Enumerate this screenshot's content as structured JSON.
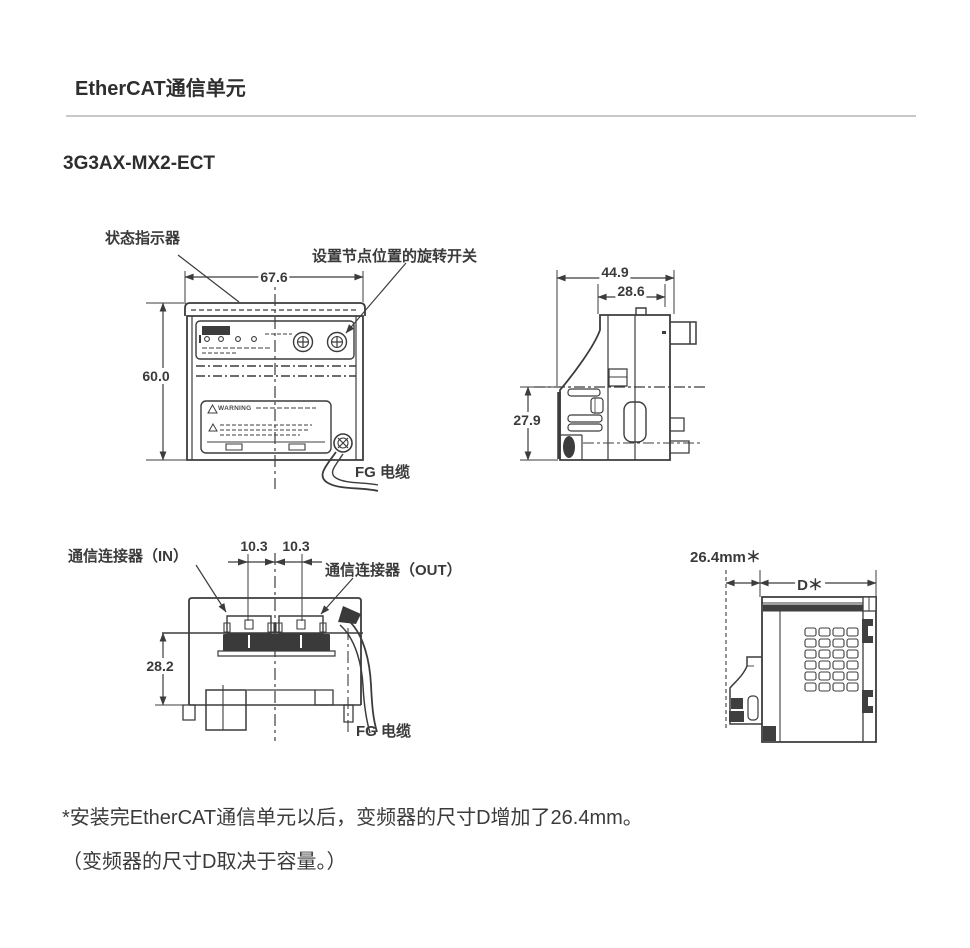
{
  "header": {
    "title": "EtherCAT通信单元",
    "model": "3G3AX-MX2-ECT"
  },
  "front_view": {
    "status_indicator": "状态指示器",
    "rotary_switch": "设置节点位置的旋转开关",
    "fg_cable": "FG 电缆",
    "width": "67.6",
    "height": "60.0",
    "warning": "WARNING"
  },
  "side_view": {
    "depth_total": "44.9",
    "depth_upper": "28.6",
    "height_lower": "27.9"
  },
  "bottom_view": {
    "connector_in": "通信连接器（IN）",
    "connector_out": "通信连接器（OUT）",
    "pitch_left": "10.3",
    "pitch_right": "10.3",
    "depth": "28.2",
    "fg_cable": "FG 电缆"
  },
  "mounted_view": {
    "added_depth": "26.4mm＊",
    "inverter_depth": "D＊"
  },
  "notes": {
    "line1": "*安装完EtherCAT通信单元以后，变频器的尺寸D增加了26.4mm。",
    "line2": "（变频器的尺寸D取决于容量。）"
  }
}
